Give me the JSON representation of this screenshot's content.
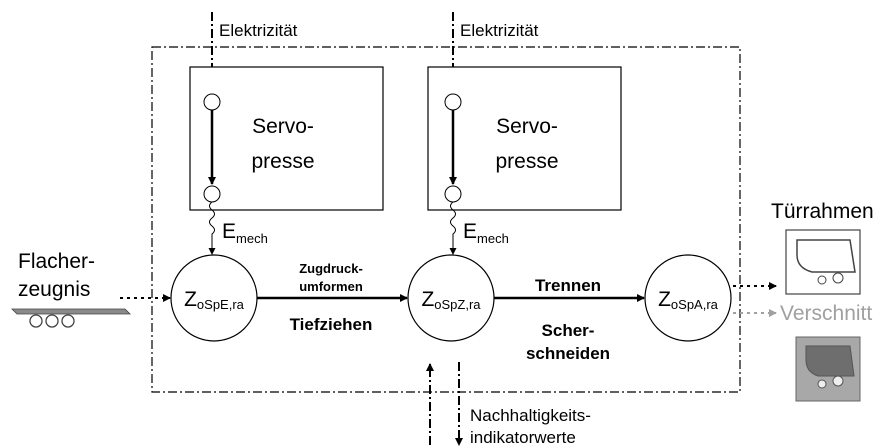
{
  "inputs": {
    "electricity_1": "Elektrizität",
    "electricity_2": "Elektrizität",
    "flat_product_line1": "Flacher-",
    "flat_product_line2": "zeugnis"
  },
  "machines": [
    {
      "line1": "Servo-",
      "line2": "presse",
      "energy_main": "E",
      "energy_sub": "mech"
    },
    {
      "line1": "Servo-",
      "line2": "presse",
      "energy_main": "E",
      "energy_sub": "mech"
    }
  ],
  "states": [
    {
      "main": "Z",
      "sub": "oSpE,ra"
    },
    {
      "main": "Z",
      "sub": "oSpZ,ra"
    },
    {
      "main": "Z",
      "sub": "oSpA,ra"
    }
  ],
  "processes": {
    "p1_group_line1": "Zugdruck-",
    "p1_group_line2": "umformen",
    "p1_name": "Tiefziehen",
    "p2_group": "Trennen",
    "p2_name_line1": "Scher-",
    "p2_name_line2": "schneiden"
  },
  "outputs": {
    "product": "Türrahmen",
    "scrap": "Verschnitt",
    "indicators_line1": "Nachhaltigkeits-",
    "indicators_line2": "indikatorwerte"
  }
}
